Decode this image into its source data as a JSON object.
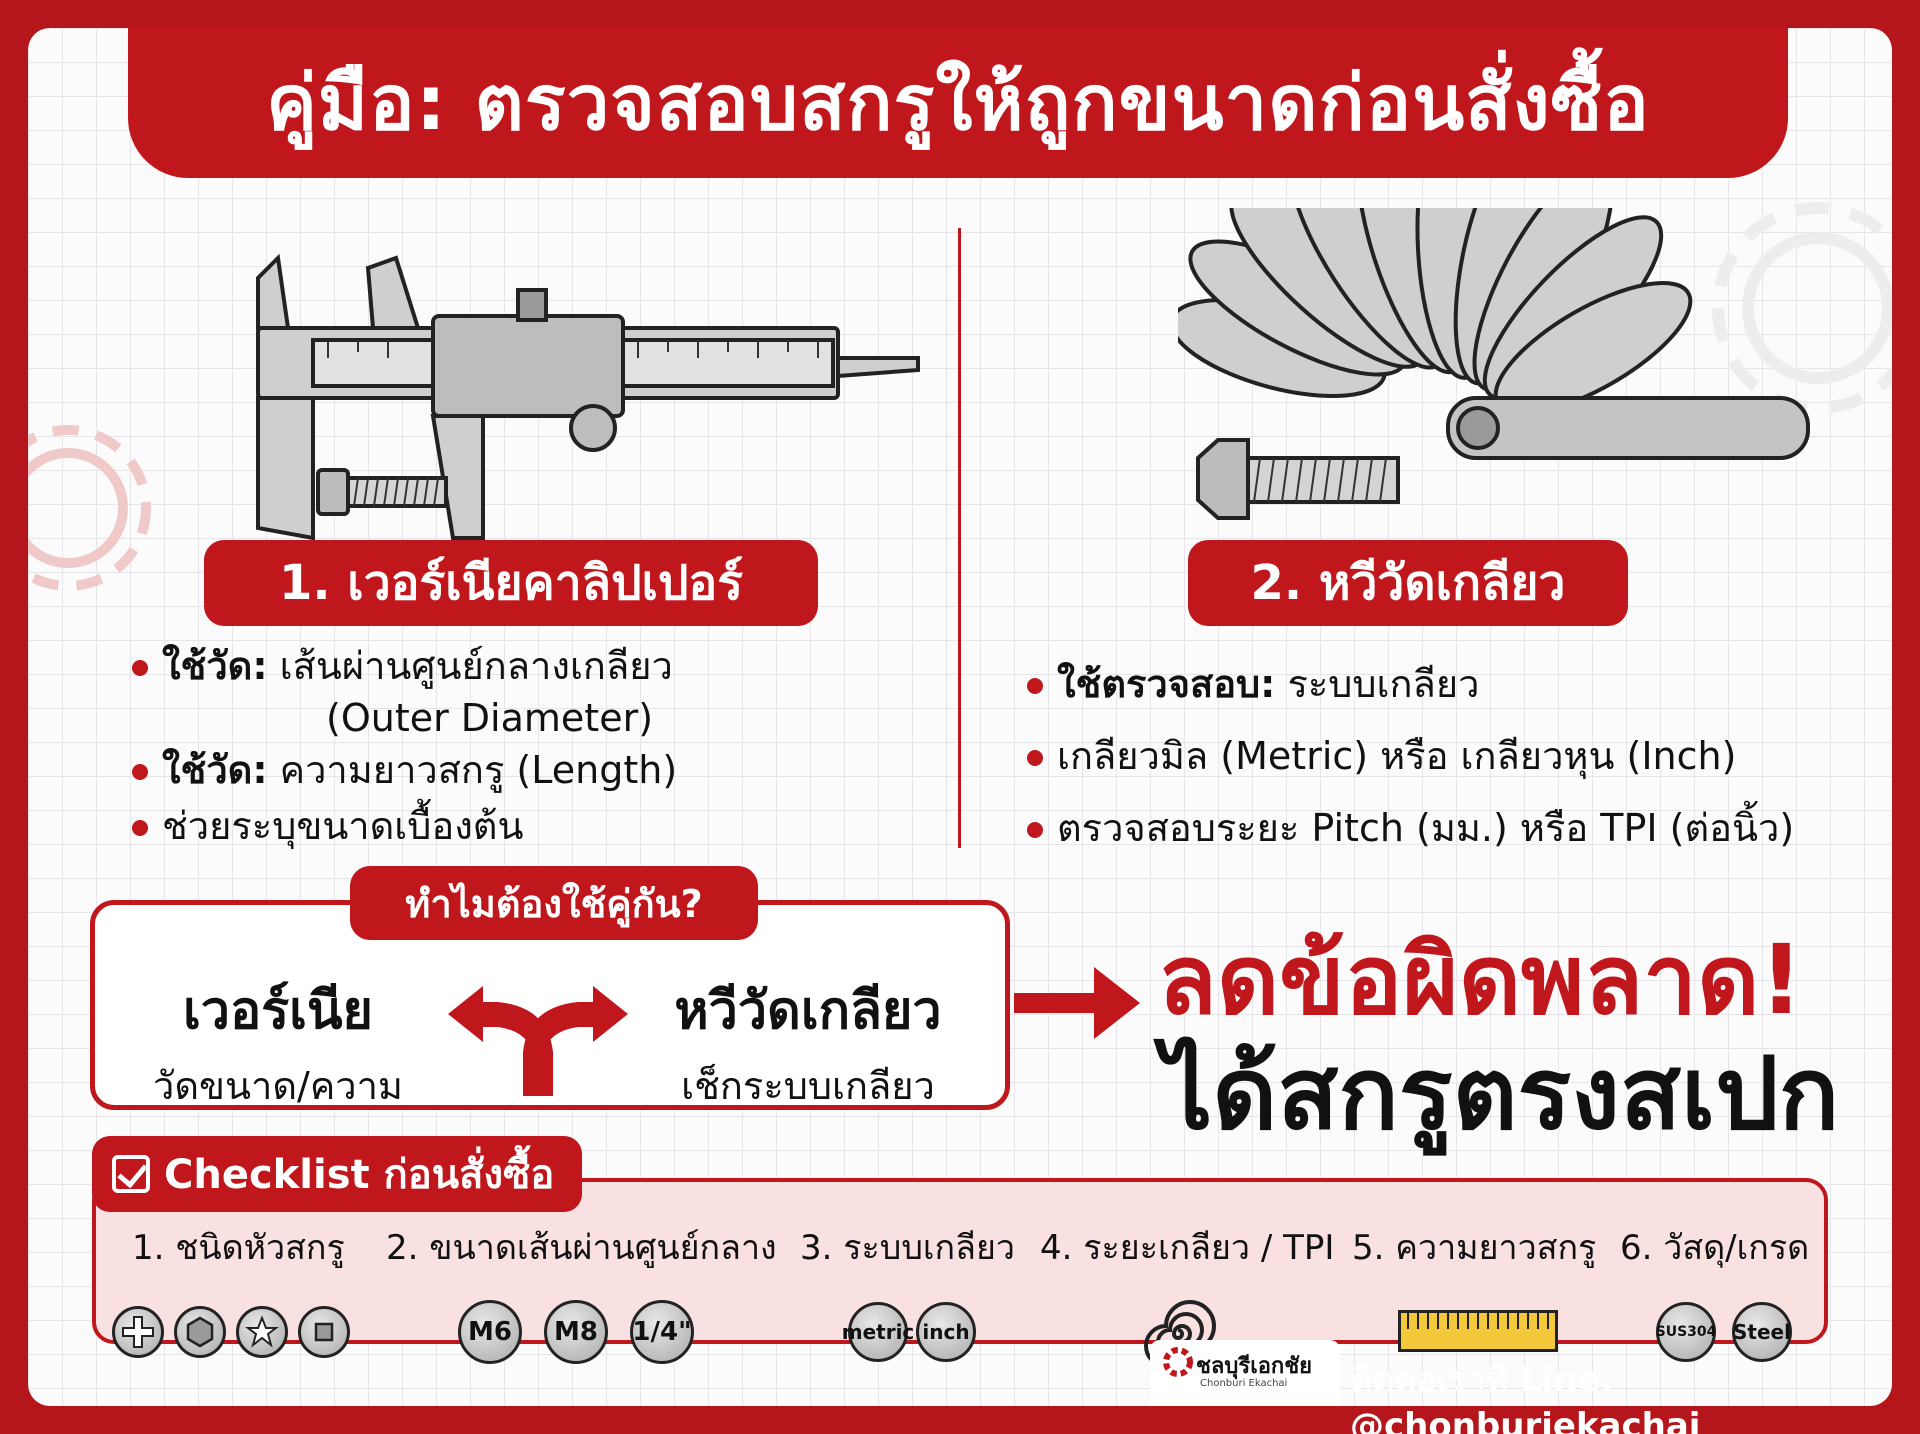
{
  "header": {
    "title": "คู่มือ: ตรวจสอบสกรูให้ถูกขนาดก่อนสั่งซื้อ"
  },
  "section1": {
    "title": "1. เวอร์เนียคาลิปเปอร์",
    "bullets": [
      {
        "label": "ใช้วัด:",
        "text": "เส้นผ่านศูนย์กลางเกลียว",
        "extra": "(Outer Diameter)"
      },
      {
        "label": "ใช้วัด:",
        "text": "ความยาวสกรู (Length)"
      },
      {
        "label": "",
        "text": "ช่วยระบุขนาดเบื้องต้น"
      }
    ]
  },
  "section2": {
    "title": "2. หวีวัดเกลียว",
    "bullets": [
      {
        "label": "ใช้ตรวจสอบ:",
        "text": "ระบบเกลียว"
      },
      {
        "label": "",
        "text": "เกลียวมิล (Metric) หรือ เกลียวหุน (Inch)"
      },
      {
        "label": "",
        "text": "ตรวจสอบระยะ Pitch (มม.) หรือ TPI (ต่อนิ้ว)"
      }
    ]
  },
  "why": {
    "title": "ทำไมต้องใช้คู่กัน?",
    "left_big": "เวอร์เนีย",
    "left_small": "วัดขนาด/ความยาว",
    "right_big": "หวีวัดเกลียว",
    "right_small": "เช็กระบบเกลียว"
  },
  "result": {
    "line1": "ลดข้อผิดพลาด!",
    "line2": "ได้สกรูตรงสเปก"
  },
  "checklist": {
    "title": "Checklist ก่อนสั่งซื้อ",
    "items": [
      "1. ชนิดหัวสกรู",
      "2. ขนาดเส้นผ่านศูนย์กลาง",
      "3. ระบบเกลียว",
      "4. ระยะเกลียว / TPI",
      "5. ความยาวสกรู",
      "6. วัสดุ/เกรด"
    ],
    "sizes": [
      "M6",
      "M8",
      "1/4\""
    ],
    "systems": [
      "metric",
      "inch"
    ],
    "materials": [
      "SUS304",
      "Steel"
    ]
  },
  "footer": {
    "brand": "ชลบุรีเอกชัย",
    "brand_sub": "Chonburi Ekachai",
    "contact": "ติดต่อเราที่ Line: @chonburiekachai"
  },
  "colors": {
    "primary_red": "#c0171d",
    "tool_gray": "#c8c8c8",
    "ruler_yellow": "#f3c83a"
  }
}
